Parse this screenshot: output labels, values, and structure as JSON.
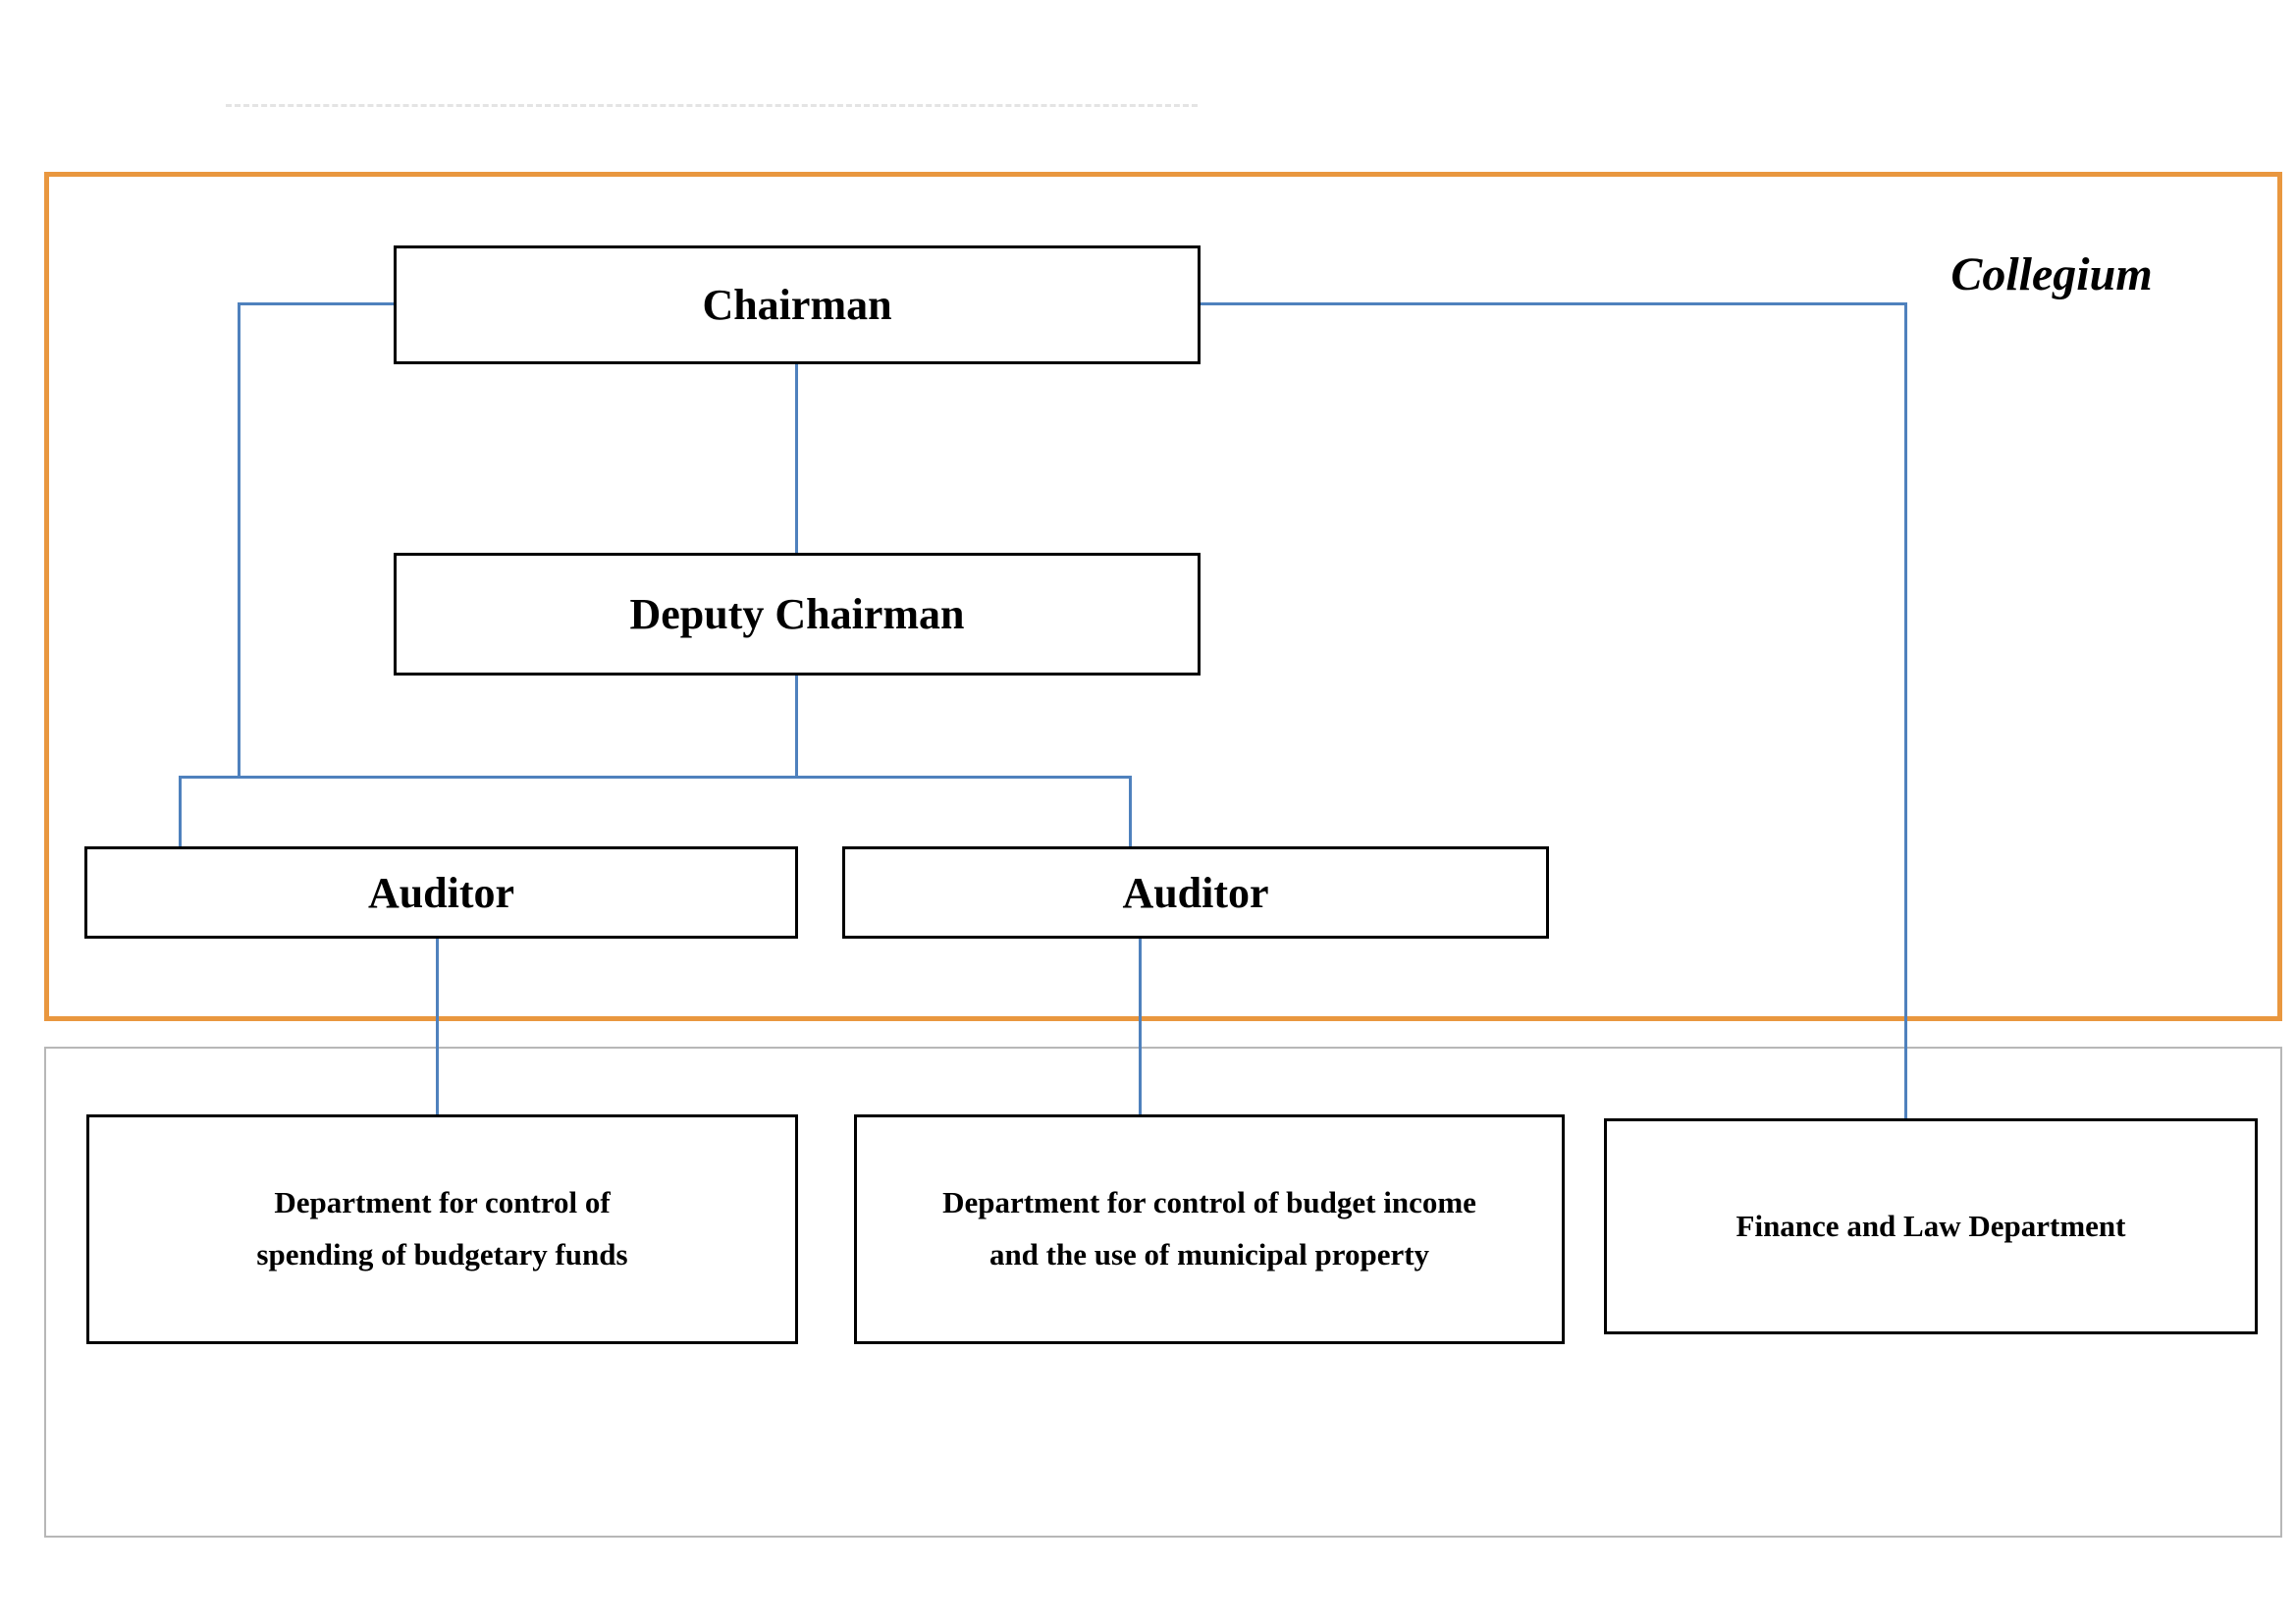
{
  "diagram": {
    "collegium_label": "Collegium",
    "nodes": {
      "chairman": "Chairman",
      "deputy_chairman": "Deputy Chairman",
      "auditor_left": "Auditor",
      "auditor_right": "Auditor"
    },
    "departments": [
      {
        "label": "Department for control of spending of budgetary funds"
      },
      {
        "label": "Department for control of budget income and the use of municipal property"
      },
      {
        "label": "Finance and Law Department"
      }
    ],
    "colors": {
      "collegium_border": "#E9973F",
      "connector": "#4F81BD",
      "node_border": "#000000",
      "lower_frame_border": "#B7B7B7"
    }
  }
}
